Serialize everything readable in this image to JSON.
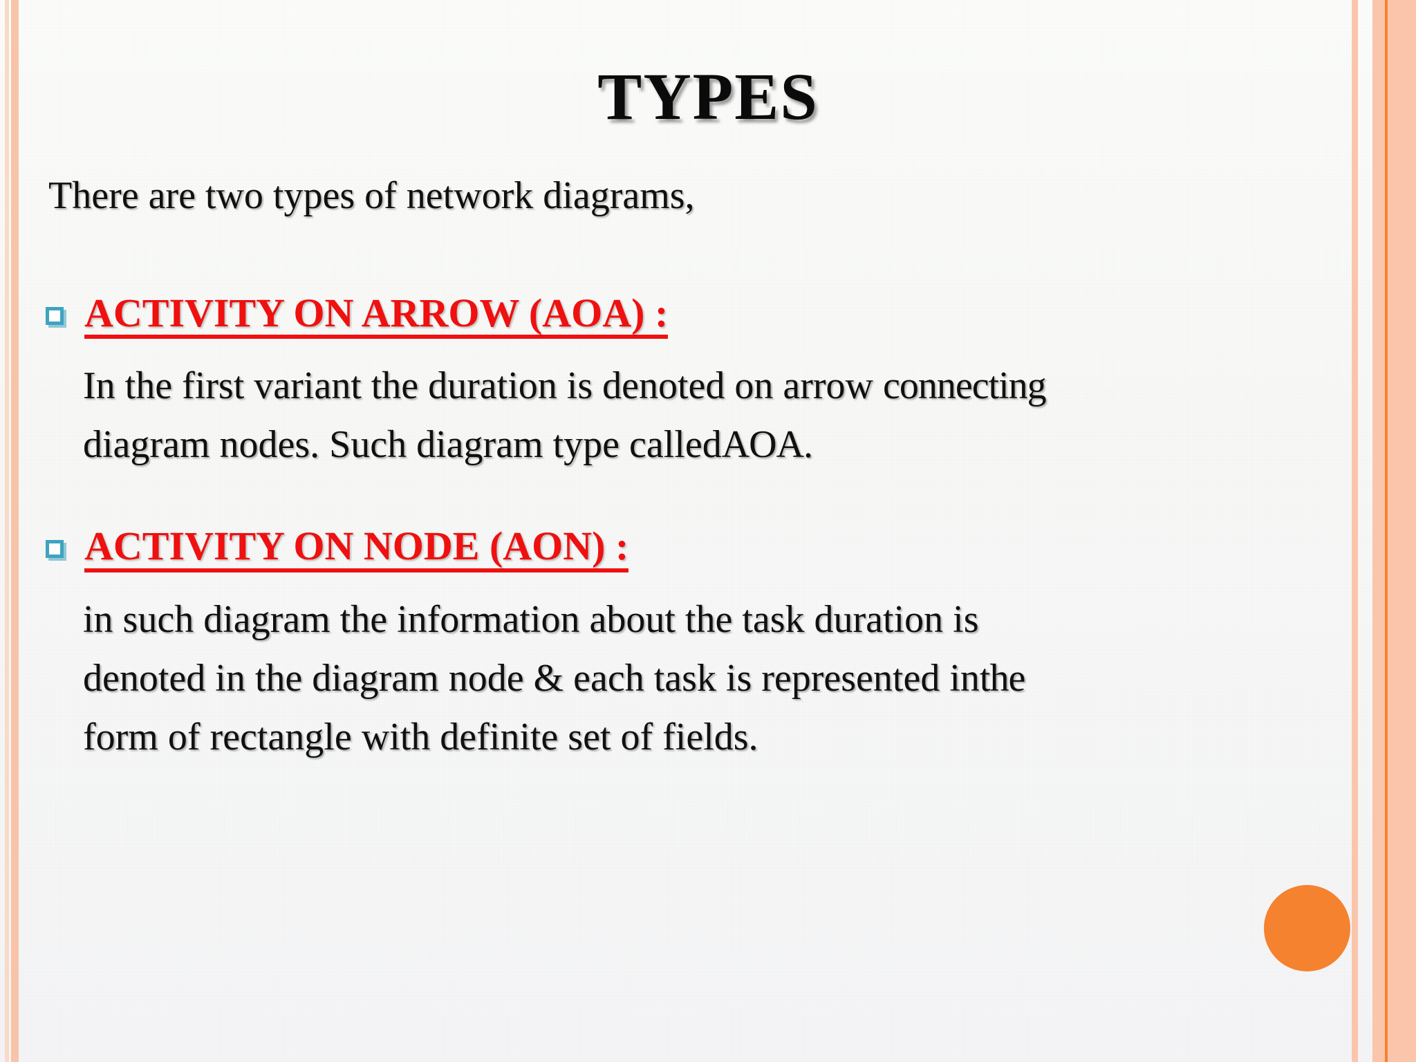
{
  "slide": {
    "title": "TYPES",
    "intro": "There are two types of network diagrams,",
    "sections": [
      {
        "bullet_icon": "hollow-square-bullet",
        "heading": "ACTIVITY ON ARROW (AOA) :",
        "lines": [
          "In the first variant the duration is denoted on arrow",
          "connecting",
          "diagram nodes. Such diagram type called",
          "AOA."
        ],
        "paragraph": "In the first variant the duration is denoted on arrow connecting diagram nodes. Such diagram type calledAOA."
      },
      {
        "bullet_icon": "hollow-square-bullet",
        "heading": "ACTIVITY ON NODE (AON) :",
        "lines": [
          "in such diagram the information about the task duration is",
          "denoted in the diagram node & each task is represented in",
          "the",
          "form of rectangle with definite set of fields."
        ],
        "paragraph": "in such diagram the information about the task duration is denoted in the diagram node & each task is represented in the form of rectangle with definite set of fields."
      }
    ]
  },
  "decor": {
    "circle_name": "orange-circle",
    "circle_color": "#f5822f",
    "left_border_peach_light": "#fad9c8",
    "left_border_peach": "#f9c3a8",
    "right_border_peach": "#fbc5ab",
    "right_border_orange_line": "#f5822f",
    "bullet_color": "#3fa3c0",
    "heading_color": "#ef1010",
    "body_color": "#101010"
  }
}
